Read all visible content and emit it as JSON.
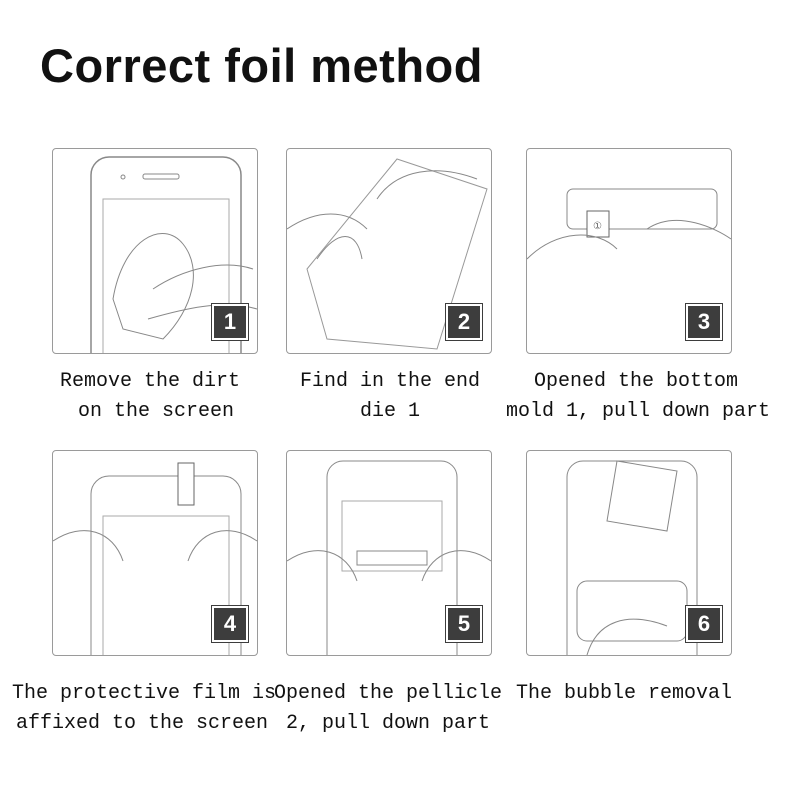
{
  "title": "Correct foil method",
  "steps": [
    {
      "number": "1",
      "caption_line1": "Remove the dirt",
      "caption_line2": " on the screen"
    },
    {
      "number": "2",
      "caption_line1": "Find in the end",
      "caption_line2": "die 1"
    },
    {
      "number": "3",
      "caption_line1": "Opened the bottom",
      "caption_line2": "mold 1, pull down part"
    },
    {
      "number": "4",
      "caption_line1": "The protective film is",
      "caption_line2": "affixed to the screen"
    },
    {
      "number": "5",
      "caption_line1": "Opened the pellicle",
      "caption_line2": "2, pull down part"
    },
    {
      "number": "6",
      "caption_line1": "The bubble removal",
      "caption_line2": ""
    }
  ]
}
